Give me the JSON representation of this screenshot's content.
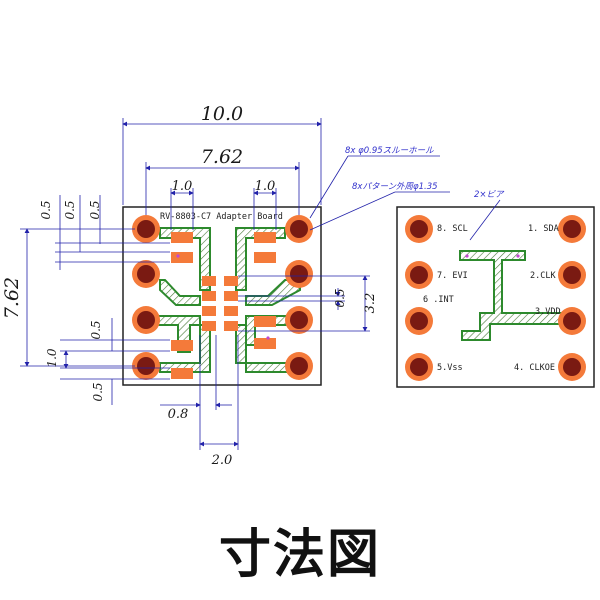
{
  "dimensions": {
    "width": "10.0",
    "pin_pitch_x": "7.62",
    "height": "7.62",
    "pad_w_left": "1.0",
    "pad_w_right": "1.0",
    "offset_a": "0.5",
    "offset_b": "0.5",
    "offset_c": "0.5",
    "right_small": "0.5",
    "right_large": "3.2",
    "left_lower_a": "0.5",
    "left_lower_pitch": "1.0",
    "left_lower_b": "0.5",
    "bottom_small": "0.8",
    "bottom_large": "2.0"
  },
  "notes": {
    "through_holes": "8x φ0.95スルーホール",
    "pattern_outer": "8xパターン外周φ1.35",
    "vias": "2×ビア"
  },
  "board": {
    "title": "RV-8803-C7 Adapter Board"
  },
  "pins": {
    "p8": "8. SCL",
    "p1": "1. SDA",
    "p7": "7. EVI",
    "p2": "2.CLK",
    "p6": "6 .INT",
    "p3": "3.VDD",
    "p5": "5.Vss",
    "p4": "4. CLKOE"
  },
  "caption": "寸法図",
  "colors": {
    "pad_orange": "#f47a3a",
    "hole_dark": "#7a1a12",
    "trace_green": "#2d8a2d",
    "hatch": "#4a7a3a",
    "dim_line": "#2222aa",
    "outline": "#222222"
  }
}
